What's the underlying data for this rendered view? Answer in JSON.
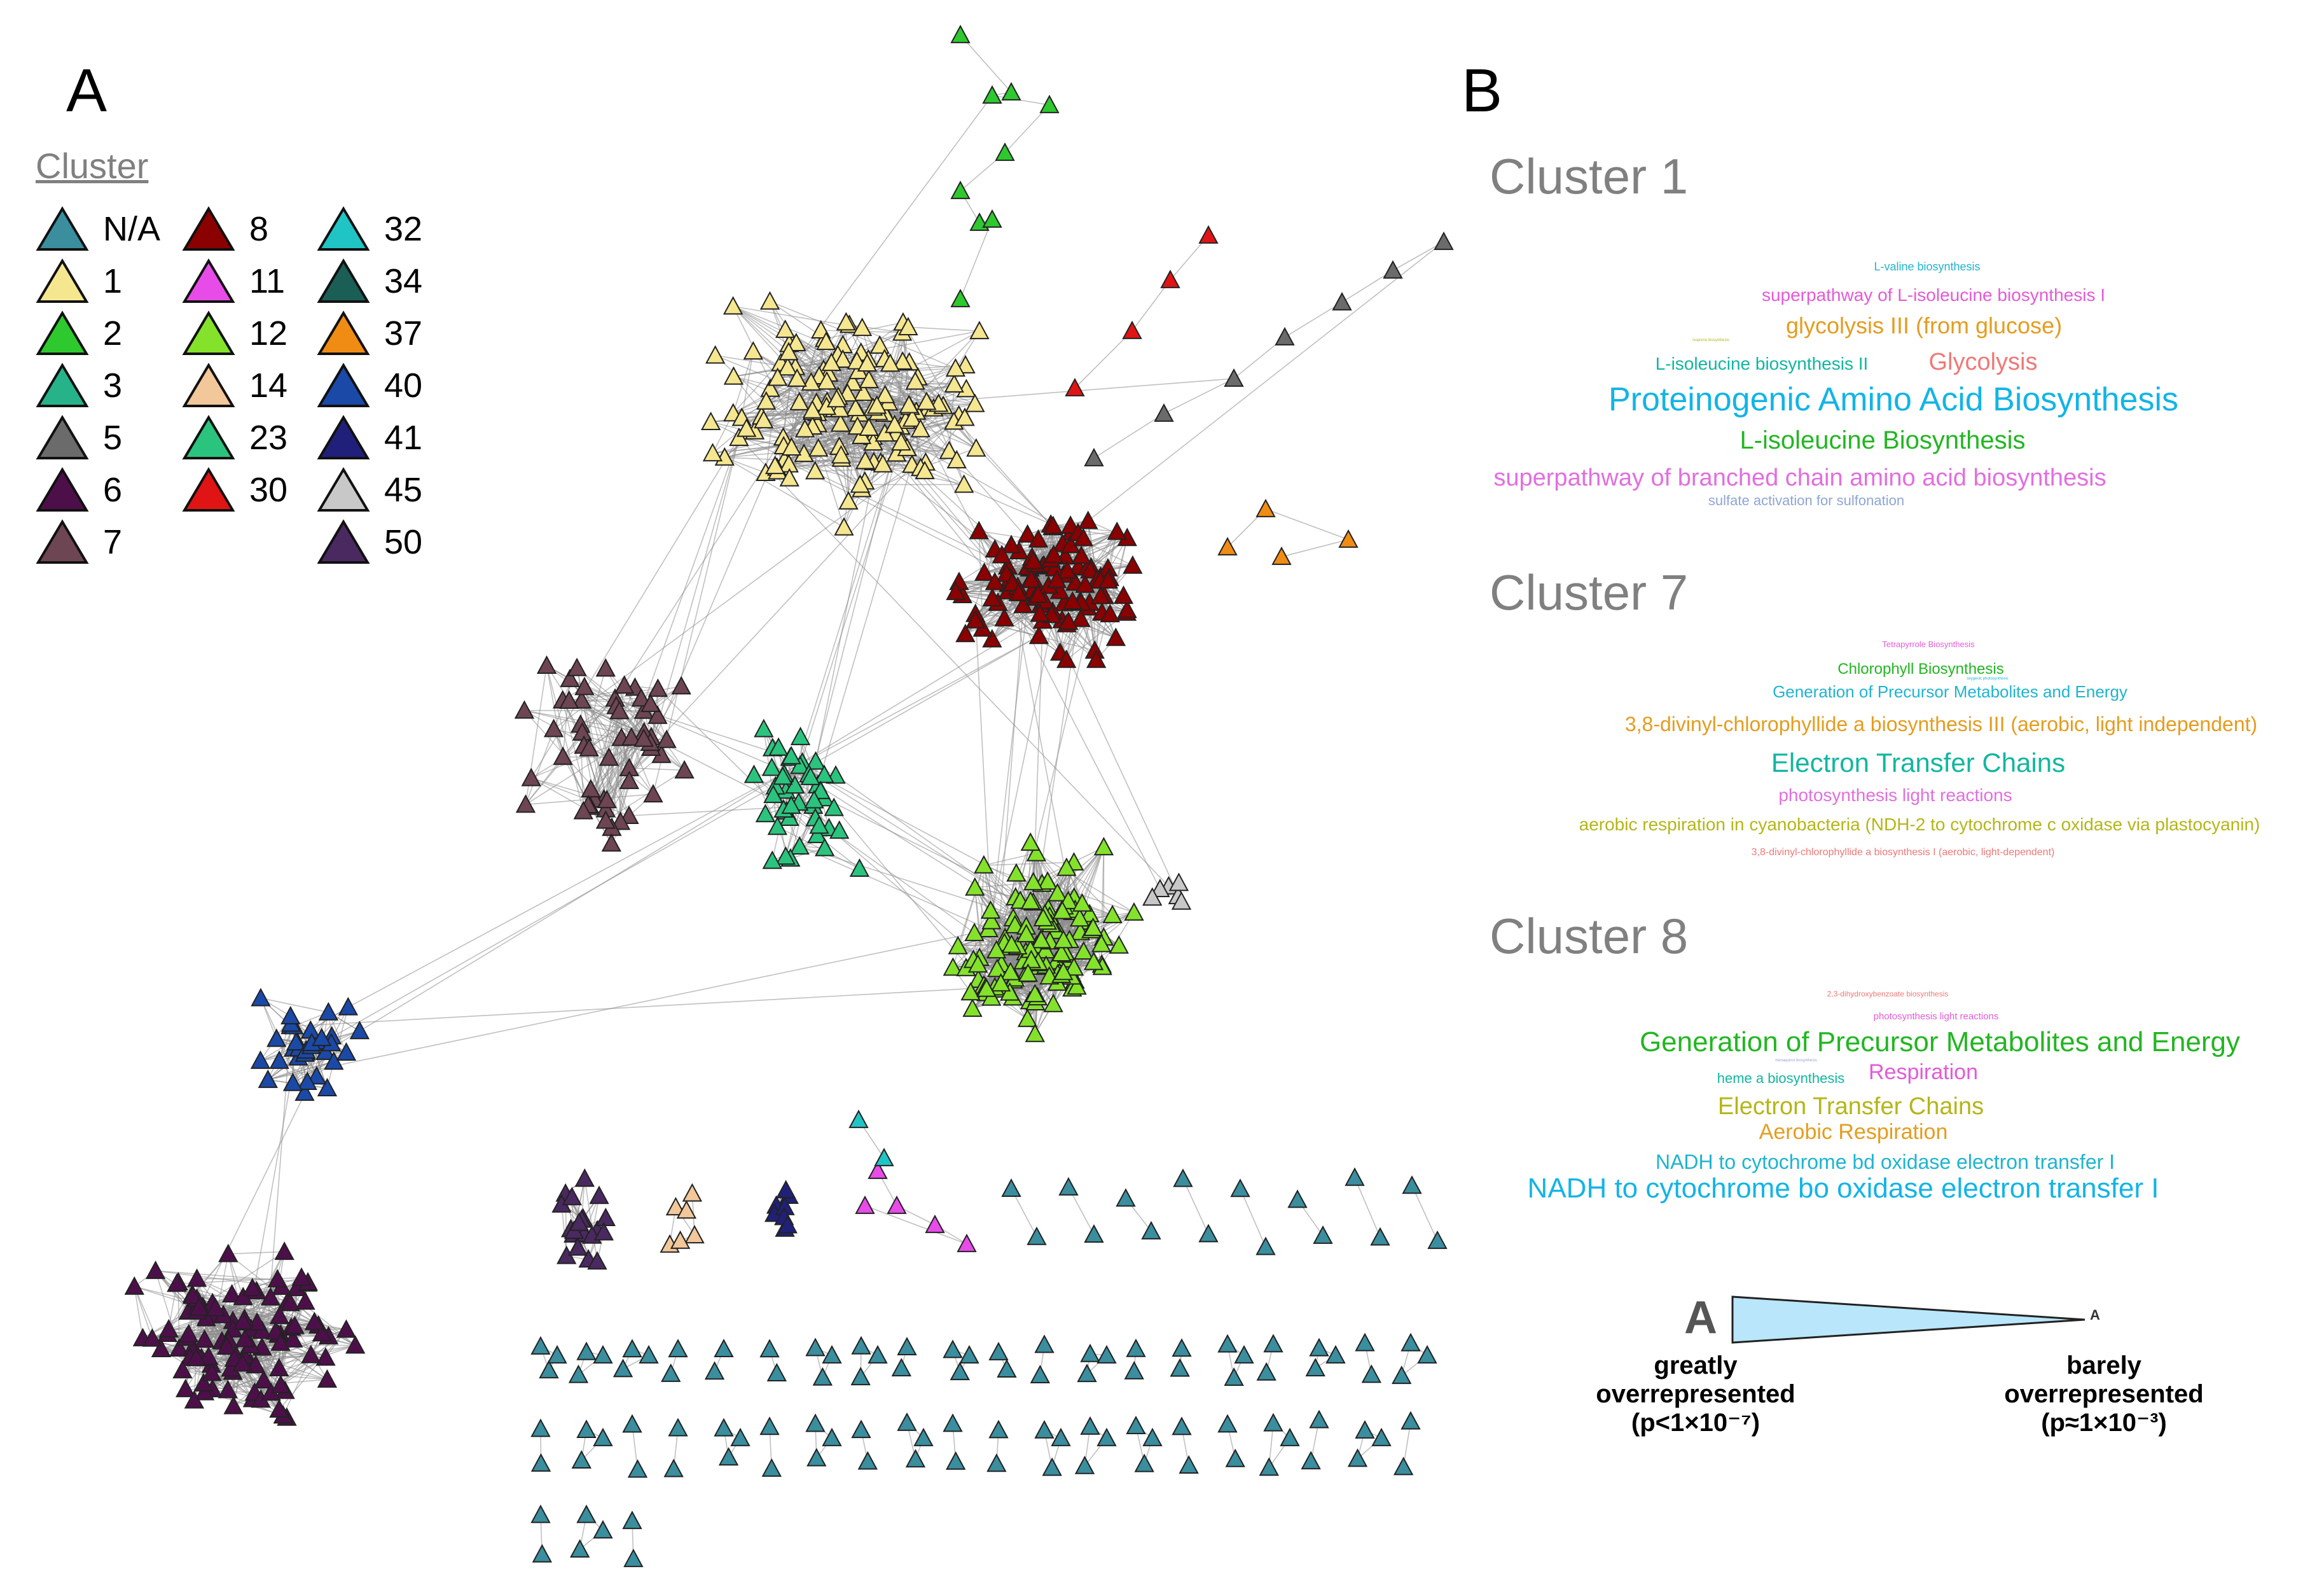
{
  "panels": {
    "a": "A",
    "b": "B"
  },
  "legend": {
    "title": "Cluster",
    "items": [
      {
        "label": "N/A",
        "color": "#3a8e9e"
      },
      {
        "label": "1",
        "color": "#f5e690"
      },
      {
        "label": "2",
        "color": "#2ec92e"
      },
      {
        "label": "3",
        "color": "#27b38a"
      },
      {
        "label": "5",
        "color": "#6b6b6b"
      },
      {
        "label": "6",
        "color": "#4d0f4a"
      },
      {
        "label": "7",
        "color": "#6e4552"
      },
      {
        "label": "8",
        "color": "#8b0000"
      },
      {
        "label": "11",
        "color": "#e84ce8"
      },
      {
        "label": "12",
        "color": "#84e22b"
      },
      {
        "label": "14",
        "color": "#f2c79a"
      },
      {
        "label": "23",
        "color": "#2bc47e"
      },
      {
        "label": "30",
        "color": "#e01414"
      },
      {
        "label": "32",
        "color": "#21c4c4"
      },
      {
        "label": "34",
        "color": "#1b5e55"
      },
      {
        "label": "37",
        "color": "#f08c14"
      },
      {
        "label": "40",
        "color": "#1a49a8"
      },
      {
        "label": "41",
        "color": "#20207a"
      },
      {
        "label": "45",
        "color": "#c8c8c8"
      },
      {
        "label": "50",
        "color": "#4a2960"
      }
    ]
  },
  "clusters": [
    {
      "title": "Cluster 1",
      "terms": [
        {
          "text": "L-valine biosynthesis",
          "color": "#1fb4cf",
          "size": 18
        },
        {
          "text": "superpathway of L-isoleucine biosynthesis I",
          "color": "#e45ad8",
          "size": 28
        },
        {
          "text": "glycolysis III (from glucose)",
          "color": "#e59c1f",
          "size": 36
        },
        {
          "text": "isoprene biosynthesis",
          "color": "#b5b51a",
          "size": 6
        },
        {
          "text": "L-isoleucine biosynthesis II",
          "color": "#12b6a0",
          "size": 28
        },
        {
          "text": "Glycolysis",
          "color": "#f07878",
          "size": 38
        },
        {
          "text": "Proteinogenic Amino Acid Biosynthesis",
          "color": "#13b4e6",
          "size": 52
        },
        {
          "text": "L-isoleucine Biosynthesis",
          "color": "#22b622",
          "size": 40
        },
        {
          "text": "superpathway of branched chain amino acid biosynthesis",
          "color": "#e26ee0",
          "size": 38
        },
        {
          "text": "sulfate activation for sulfonation",
          "color": "#8fa5d6",
          "size": 22
        }
      ]
    },
    {
      "title": "Cluster 7",
      "terms": [
        {
          "text": "Tetrapyrrole Biosynthesis",
          "color": "#e45ad8",
          "size": 13
        },
        {
          "text": "Chlorophyll Biosynthesis",
          "color": "#22b622",
          "size": 24
        },
        {
          "text": "oxygenic photosynthesis",
          "color": "#1fb4cf",
          "size": 6
        },
        {
          "text": "Generation of Precursor Metabolites and Energy",
          "color": "#1fb4cf",
          "size": 26
        },
        {
          "text": "3,8-divinyl-chlorophyllide a biosynthesis III (aerobic, light independent)",
          "color": "#e59c1f",
          "size": 32
        },
        {
          "text": "Electron Transfer Chains",
          "color": "#12b6a0",
          "size": 42
        },
        {
          "text": "photosynthesis light reactions",
          "color": "#e26ee0",
          "size": 28
        },
        {
          "text": "aerobic respiration in cyanobacteria (NDH-2 to cytochrome c oxidase via plastocyanin)",
          "color": "#b5b51a",
          "size": 28
        },
        {
          "text": "3,8-divinyl-chlorophyllide a biosynthesis I (aerobic, light-dependent)",
          "color": "#f07878",
          "size": 16
        }
      ]
    },
    {
      "title": "Cluster 8",
      "terms": [
        {
          "text": "2,3-dihydroxybenzoate biosynthesis",
          "color": "#f07878",
          "size": 12
        },
        {
          "text": "photosynthesis light reactions",
          "color": "#e45ad8",
          "size": 15
        },
        {
          "text": "Generation of Precursor Metabolites and Energy",
          "color": "#22b622",
          "size": 44
        },
        {
          "text": "menaquinol biosynthesis",
          "color": "#8fa5d6",
          "size": 6
        },
        {
          "text": "heme a biosynthesis",
          "color": "#12b6a0",
          "size": 22
        },
        {
          "text": "Respiration",
          "color": "#e45ad8",
          "size": 34
        },
        {
          "text": "Electron Transfer Chains",
          "color": "#b5b51a",
          "size": 38
        },
        {
          "text": "Aerobic Respiration",
          "color": "#e59c1f",
          "size": 34
        },
        {
          "text": "NADH to cytochrome bd oxidase electron transfer I",
          "color": "#1fb4cf",
          "size": 32
        },
        {
          "text": "NADH to cytochrome bo oxidase electron transfer I",
          "color": "#13b4e6",
          "size": 44
        }
      ]
    }
  ],
  "scale": {
    "big_glyph": "A",
    "small_glyph": "A",
    "left_label_1": "greatly",
    "left_label_2": "overrepresented",
    "left_label_3": "(p<1×10⁻⁷)",
    "right_label_1": "barely",
    "right_label_2": "overrepresented",
    "right_label_3": "(p≈1×10⁻³)",
    "fill": "#b9e6fa"
  }
}
